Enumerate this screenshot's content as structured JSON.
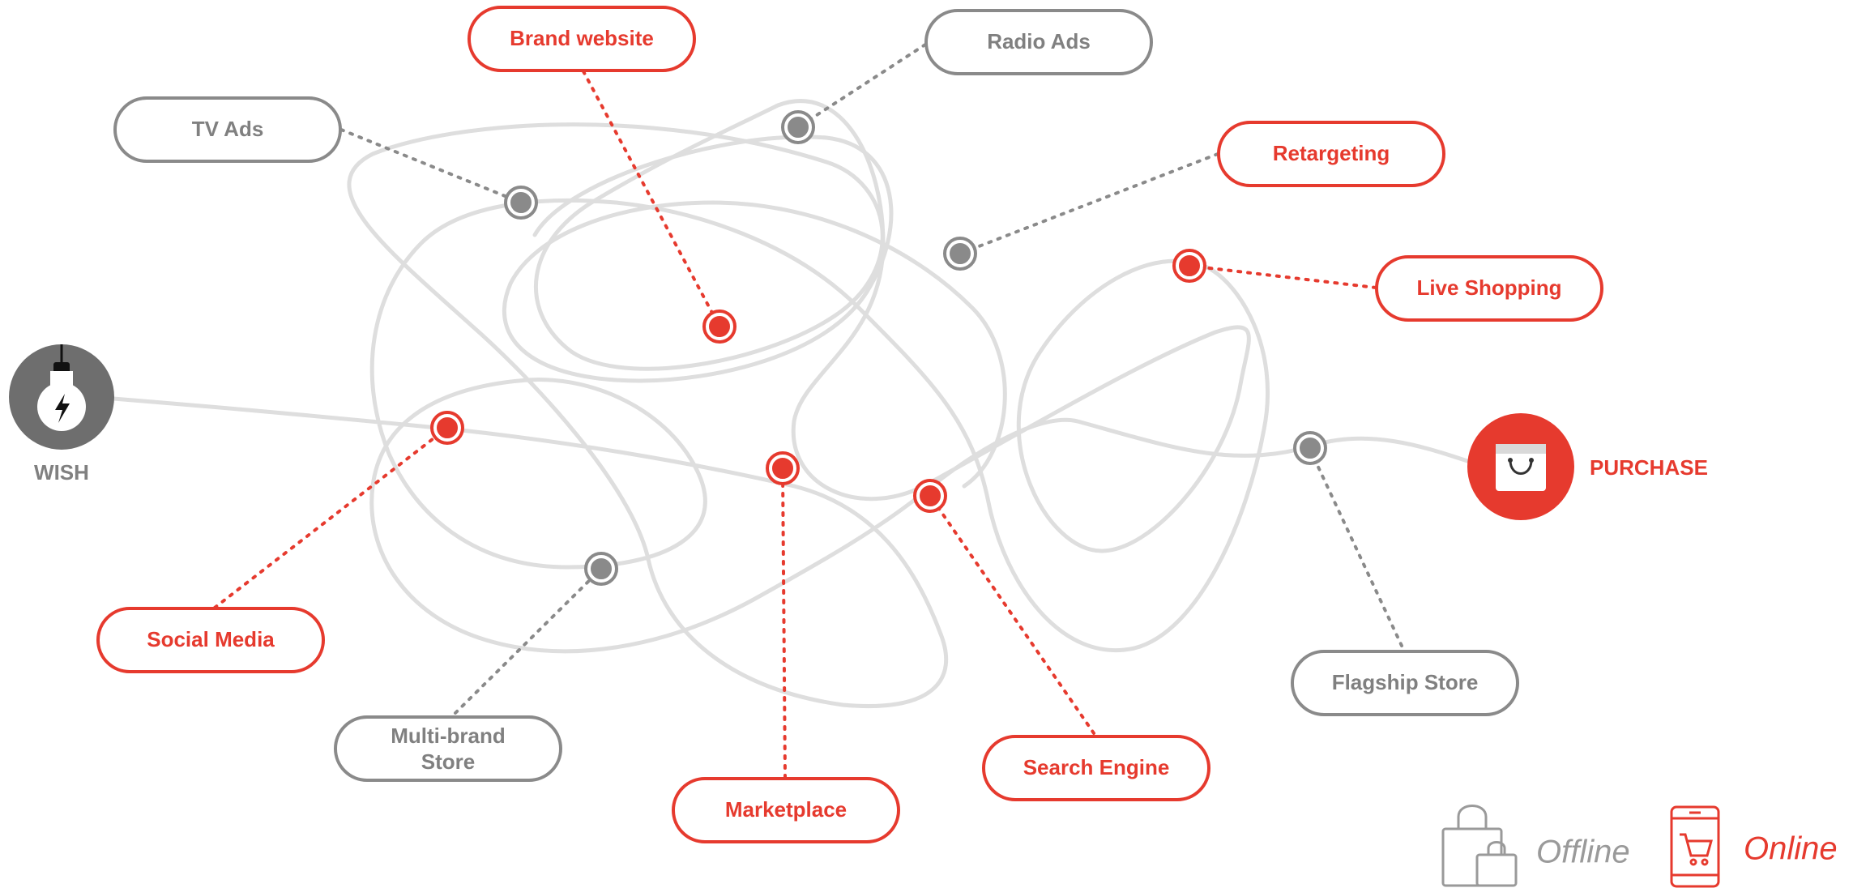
{
  "start": {
    "label": "WISH",
    "icon": "lightbulb-icon"
  },
  "end": {
    "label": "PURCHASE",
    "icon": "shopping-bag-icon"
  },
  "touchpoints": {
    "brand_website": {
      "label": "Brand website",
      "channel": "online"
    },
    "radio_ads": {
      "label": "Radio Ads",
      "channel": "offline"
    },
    "tv_ads": {
      "label": "TV Ads",
      "channel": "offline"
    },
    "retargeting": {
      "label": "Retargeting",
      "channel": "online"
    },
    "live_shopping": {
      "label": "Live Shopping",
      "channel": "online"
    },
    "social_media": {
      "label": "Social Media",
      "channel": "online"
    },
    "multi_brand_store": {
      "label_line1": "Multi-brand",
      "label_line2": "Store",
      "channel": "offline"
    },
    "marketplace": {
      "label": "Marketplace",
      "channel": "online"
    },
    "search_engine": {
      "label": "Search Engine",
      "channel": "online"
    },
    "flagship_store": {
      "label": "Flagship Store",
      "channel": "offline"
    }
  },
  "legend": {
    "offline": {
      "label": "Offline",
      "icon": "shopping-bags-icon"
    },
    "online": {
      "label": "Online",
      "icon": "smartphone-cart-icon"
    }
  },
  "colors": {
    "online": "#e63a2e",
    "offline": "#8a8a8a",
    "path": "#dedede"
  }
}
